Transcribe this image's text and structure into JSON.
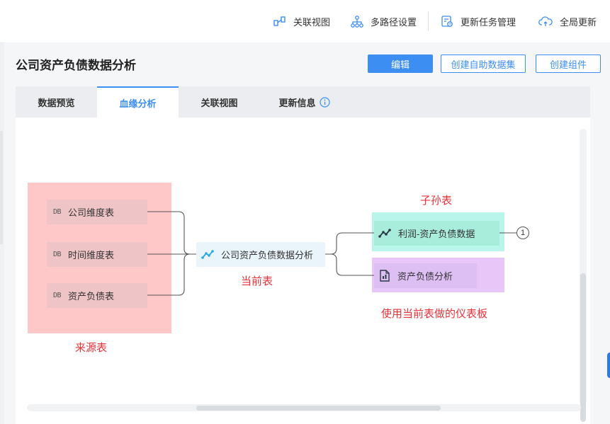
{
  "topbar": {
    "items": [
      {
        "label": "关联视图",
        "icon": "relation-view-icon"
      },
      {
        "label": "多路径设置",
        "icon": "multi-path-icon"
      },
      {
        "label": "更新任务管理",
        "icon": "update-task-icon"
      },
      {
        "label": "全局更新",
        "icon": "cloud-refresh-icon"
      }
    ]
  },
  "header": {
    "title": "公司资产负债数据分析",
    "edit_label": "编辑",
    "create_dataset_label": "创建自助数据集",
    "create_component_label": "创建组件"
  },
  "tabs": [
    {
      "label": "数据预览"
    },
    {
      "label": "血缘分析",
      "active": true
    },
    {
      "label": "关联视图"
    },
    {
      "label": "更新信息",
      "icon": "info-icon"
    }
  ],
  "lineage": {
    "db_icon_text": "DB",
    "sources": [
      {
        "label": "公司维度表"
      },
      {
        "label": "时间维度表"
      },
      {
        "label": "资产负债表"
      }
    ],
    "current": {
      "label": "公司资产负债数据分析"
    },
    "children": [
      {
        "label": "利润-资产负债数据",
        "count": "1"
      }
    ],
    "dashboards": [
      {
        "label": "资产负债分析"
      }
    ],
    "annotations": {
      "source": "来源表",
      "current": "当前表",
      "child": "子孙表",
      "dashboard": "使用当前表做的仪表板"
    }
  },
  "colors": {
    "accent": "#3d8ef2",
    "annotation": "#e8323a",
    "source_highlight": "#fec8c8",
    "child_highlight": "#b9f5ea",
    "dashboard_highlight": "#e8c6f8"
  }
}
